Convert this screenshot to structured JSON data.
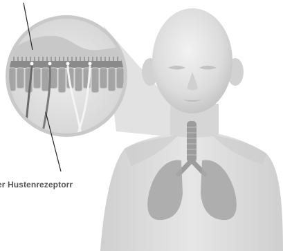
{
  "annotation": {
    "label": "er Hustenrezeptorr"
  },
  "colors": {
    "background": "#ffffff",
    "skin": "#dcdcdc",
    "skin_shadow": "#c4c4c4",
    "lung": "#a8a8a8",
    "trachea": "#9a9a9a",
    "magnifier_ring": "#c8c8c8",
    "label_text": "#555555",
    "leader_line": "#222222"
  },
  "icons": {
    "magnifier": "magnifier-circle",
    "receptor_tissue": "cilia-epithelium"
  }
}
